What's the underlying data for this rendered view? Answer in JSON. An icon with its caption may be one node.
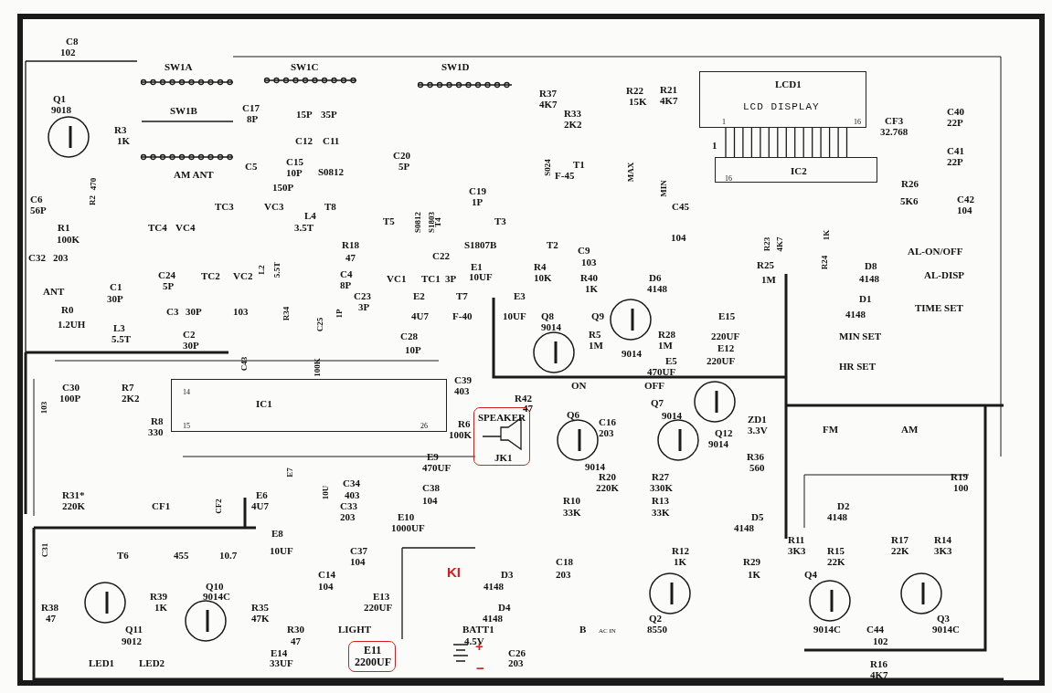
{
  "diagram": {
    "nodes": [
      {
        "text": [
          "LCD1",
          "LCD DISPLAY",
          "1",
          "16"
        ]
      },
      {
        "text": [
          "IC2",
          "16"
        ]
      },
      {
        "text": [
          "IC1",
          "14",
          "15",
          "26"
        ]
      },
      {
        "text": [
          "SPEAKER",
          "JK1"
        ]
      },
      {
        "text": [
          "E11",
          "2200UF"
        ]
      }
    ],
    "edges": [
      {
        "from": 0,
        "to": 1,
        "arrow": "none"
      }
    ],
    "labels": [
      "C8",
      "102",
      "SW1A",
      "SW1C",
      "SW1D",
      "Q1",
      "9018",
      "SW1B",
      "C17",
      "8P",
      "15P",
      "35P",
      "R3",
      "1K",
      "C12",
      "C11",
      "AM ANT",
      "C5",
      "C15",
      "10P",
      "S0812",
      "150P",
      "R2",
      "470",
      "C6",
      "56P",
      "TC3",
      "VC3",
      "T8",
      "L4",
      "R1",
      "TC4",
      "VC4",
      "3.5T",
      "100K",
      "R18",
      "C32",
      "203",
      "47",
      "L2",
      "5.5T",
      "C4",
      "8P",
      "C24",
      "5P",
      "TC2",
      "VC2",
      "ANT",
      "C1",
      "30P",
      "R0",
      "1.2UH",
      "C3",
      "30P",
      "103",
      "L3",
      "5.5T",
      "C2",
      "30P",
      "R34",
      "C25",
      "1P",
      "C20",
      "5P",
      "T5",
      "S0812",
      "S1803",
      "T4",
      "C19",
      "1P",
      "T3",
      "S024",
      "T1",
      "F-45",
      "R37",
      "4K7",
      "R33",
      "2K2",
      "R22",
      "15K",
      "R21",
      "4K7",
      "MAX",
      "MIN",
      "C45",
      "S1807B",
      "C22",
      "T2",
      "C9",
      "103",
      "104",
      "E1",
      "R4",
      "VC1",
      "TC1",
      "3P",
      "10UF",
      "10K",
      "R40",
      "D6",
      "1K",
      "4148",
      "C23",
      "3P",
      "E2",
      "T7",
      "E3",
      "4U7",
      "F-40",
      "10UF",
      "Q8",
      "9014",
      "Q9",
      "C28",
      "10P",
      "R5",
      "1M",
      "R28",
      "1M",
      "9014",
      "CF3",
      "32.768",
      "C40",
      "22P",
      "C41",
      "22P",
      "R26",
      "5K6",
      "C42",
      "104",
      "R23",
      "4K7",
      "1K",
      "R24",
      "AL-ON/OFF",
      "R25",
      "D8",
      "1M",
      "4148",
      "AL-DISP",
      "D1",
      "E15",
      "4148",
      "TIME SET",
      "220UF",
      "MIN SET",
      "E12",
      "E5",
      "220UF",
      "470UF",
      "HR SET",
      "1",
      "C30",
      "100P",
      "R7",
      "2K2",
      "C43",
      "100K",
      "R8",
      "330",
      "C39",
      "403",
      "R42",
      "47",
      "R6",
      "100K",
      "ON",
      "OFF",
      "Q7",
      "Q6",
      "C16",
      "9014",
      "203",
      "Q12",
      "9014",
      "ZD1",
      "3.3V",
      "FM",
      "AM",
      "E9",
      "9014",
      "R36",
      "470UF",
      "560",
      "R20",
      "R27",
      "R19",
      "C38",
      "220K",
      "330K",
      "100",
      "104",
      "R10",
      "R13",
      "33K",
      "33K",
      "103",
      "E7",
      "C34",
      "R31*",
      "E6",
      "10U",
      "403",
      "220K",
      "CF1",
      "CF2",
      "4U7",
      "C33",
      "D2",
      "203",
      "E10",
      "D5",
      "4148",
      "1000UF",
      "4148",
      "C31",
      "T6",
      "455",
      "10.7",
      "E8",
      "R11",
      "R17",
      "R14",
      "10UF",
      "C37",
      "R12",
      "3K3",
      "R15",
      "22K",
      "3K3",
      "104",
      "C18",
      "1K",
      "R29",
      "22K",
      "C14",
      "KI",
      "D3",
      "203",
      "1K",
      "Q4",
      "Q10",
      "104",
      "4148",
      "R39",
      "9014C",
      "E13",
      "R38",
      "1K",
      "R35",
      "220UF",
      "D4",
      "47",
      "47K",
      "4148",
      "Q2",
      "Q3",
      "Q11",
      "R30",
      "LIGHT",
      "BATT1",
      "B",
      "AC IN",
      "8550",
      "9014C",
      "C44",
      "9014C",
      "9012",
      "47",
      "4.5V",
      "+",
      "102",
      "E14",
      "C26",
      "LED1",
      "LED2",
      "33UF",
      "−",
      "203",
      "R16",
      "4K7"
    ]
  }
}
